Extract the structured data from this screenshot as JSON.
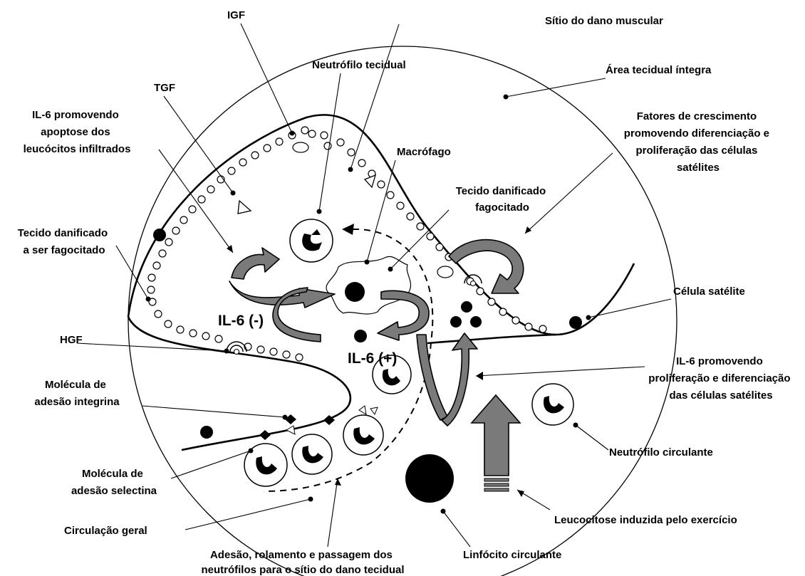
{
  "labels": {
    "igf": "IGF",
    "sitio_dano": "Sítio do dano muscular",
    "neutrofilo_tecidual": "Neutrófilo tecidual",
    "area_integra": "Área tecidual íntegra",
    "tgf": "TGF",
    "il6_apoptose": [
      "IL-6 promovendo",
      "apoptose dos",
      "leucócitos infiltrados"
    ],
    "fatores_crescimento": [
      "Fatores de crescimento",
      "promovendo diferenciação e",
      "proliferação das células",
      "satélites"
    ],
    "macrofago": "Macrófago",
    "tecido_fagocitado": [
      "Tecido danificado",
      "fagocitado"
    ],
    "tecido_a_ser": [
      "Tecido danificado",
      "a ser fagocitado"
    ],
    "celula_satelite": "Célula satélite",
    "hgf": "HGF",
    "il6_neg": "IL-6 (-)",
    "il6_pos": "IL-6 (+)",
    "il6_proliferacao": [
      "IL-6 promovendo",
      "proliferação e diferenciação",
      "das células satélites"
    ],
    "integrina": [
      "Molécula de",
      "adesão integrina"
    ],
    "neutrofilo_circulante": "Neutrófilo circulante",
    "selectina": [
      "Molécula de",
      "adesão selectina"
    ],
    "circulacao_geral": "Circulação geral",
    "leucocitose": "Leucocitose induzida pelo exercício",
    "adesao_rolamento": [
      "Adesão, rolamento e passagem dos",
      "neutrófilos para o sítio do dano tecidual"
    ],
    "linfocito": "Linfócito circulante"
  },
  "colors": {
    "arrow_fill": "#7a7a7a",
    "ink": "#000000",
    "background": "#ffffff"
  }
}
